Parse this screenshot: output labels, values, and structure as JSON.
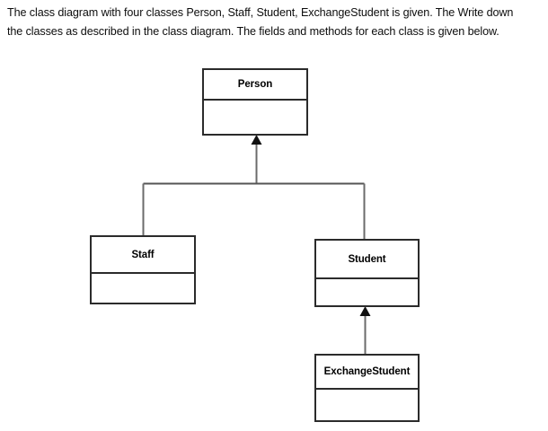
{
  "prompt": {
    "line1": "The class diagram with four classes Person, Staff, Student, ExchangeStudent is given. The Write down",
    "line2": "the classes as described in the class diagram. The fields and methods for each class is given below."
  },
  "diagram": {
    "type": "uml-class-diagram",
    "classes": [
      {
        "id": "person",
        "name": "Person",
        "attributes": [],
        "methods": []
      },
      {
        "id": "staff",
        "name": "Staff",
        "attributes": [],
        "methods": []
      },
      {
        "id": "student",
        "name": "Student",
        "attributes": [],
        "methods": []
      },
      {
        "id": "exchangestudent",
        "name": "ExchangeStudent",
        "attributes": [],
        "methods": []
      }
    ],
    "relationships": [
      {
        "type": "inheritance",
        "from": "Staff",
        "to": "Person",
        "arrow": "solid-triangle"
      },
      {
        "type": "inheritance",
        "from": "Student",
        "to": "Person",
        "arrow": "solid-triangle"
      },
      {
        "type": "inheritance",
        "from": "ExchangeStudent",
        "to": "Student",
        "arrow": "solid-triangle"
      }
    ],
    "colors": {
      "box_border": "#2b2b2b",
      "box_fill": "#ffffff",
      "connector": "#555555",
      "arrowhead": "#111111",
      "text": "#000000"
    }
  }
}
